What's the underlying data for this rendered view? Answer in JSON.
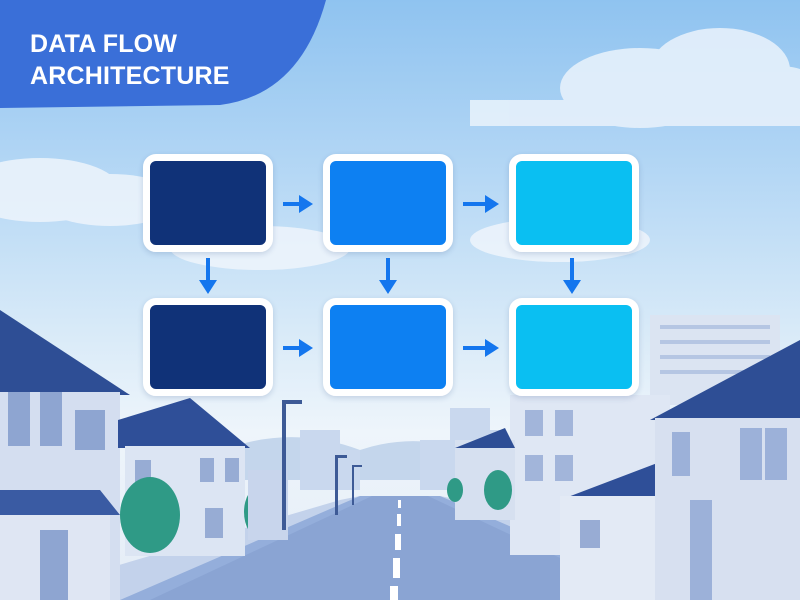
{
  "title": {
    "lines": [
      "DATA FLOW",
      "ARCHITECTURE"
    ]
  },
  "colors": {
    "banner": "#3a6fd8",
    "node_dark": "#103278",
    "node_mid": "#0d80f2",
    "node_light": "#0abff2",
    "arrow": "#1476ee"
  },
  "diagram": {
    "nodes": [
      {
        "name": "node-row1-col1",
        "color": "node_dark"
      },
      {
        "name": "node-row1-col2",
        "color": "node_mid"
      },
      {
        "name": "node-row1-col3",
        "color": "node_light"
      },
      {
        "name": "node-row2-col1",
        "color": "node_dark"
      },
      {
        "name": "node-row2-col2",
        "color": "node_mid"
      },
      {
        "name": "node-row2-col3",
        "color": "node_light"
      }
    ],
    "connections": [
      {
        "from": "node-row1-col1",
        "to": "node-row1-col2",
        "direction": "right"
      },
      {
        "from": "node-row1-col2",
        "to": "node-row1-col3",
        "direction": "right"
      },
      {
        "from": "node-row1-col1",
        "to": "node-row2-col1",
        "direction": "down"
      },
      {
        "from": "node-row1-col2",
        "to": "node-row2-col2",
        "direction": "down"
      },
      {
        "from": "node-row1-col3",
        "to": "node-row2-col3",
        "direction": "down"
      },
      {
        "from": "node-row2-col1",
        "to": "node-row2-col2",
        "direction": "right"
      },
      {
        "from": "node-row2-col2",
        "to": "node-row2-col3",
        "direction": "right"
      }
    ]
  }
}
